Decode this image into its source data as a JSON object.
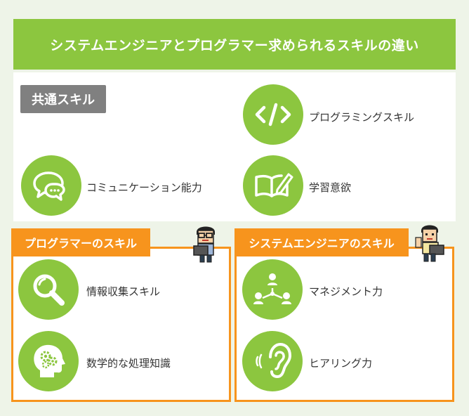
{
  "title": "システムエンジニアとプログラマー求められるスキルの違い",
  "common": {
    "label": "共通スキル",
    "skills": [
      {
        "label": "コミュニケーション能力",
        "icon": "speech-bubbles-icon"
      },
      {
        "label": "プログラミングスキル",
        "icon": "code-icon"
      },
      {
        "label": "学習意欲",
        "icon": "book-pen-icon"
      }
    ]
  },
  "programmer": {
    "label": "プログラマーのスキル",
    "skills": [
      {
        "label": "情報収集スキル",
        "icon": "magnifier-icon"
      },
      {
        "label": "数学的な処理知識",
        "icon": "head-gears-icon"
      }
    ]
  },
  "engineer": {
    "label": "システムエンジニアのスキル",
    "skills": [
      {
        "label": "マネジメント力",
        "icon": "team-icon"
      },
      {
        "label": "ヒアリング力",
        "icon": "ear-icon"
      }
    ]
  },
  "colors": {
    "green": "#8cc63f",
    "orange": "#f7941d",
    "gray": "#808080",
    "background": "#eef4e8"
  }
}
